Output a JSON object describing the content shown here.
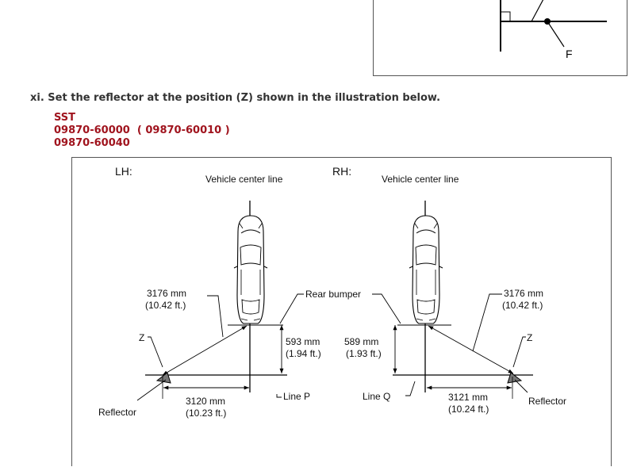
{
  "top_figure": {
    "label_f": "F"
  },
  "step": {
    "text": "xi. Set the reflector at the position (Z) shown in the illustration below."
  },
  "sst": {
    "title": "SST",
    "line1": "09870-60000  ( 09870-60010 )",
    "line2": "09870-60040"
  },
  "illustration": {
    "lh": {
      "title": "LH:",
      "center_line": "Vehicle center line",
      "diag_mm": "3176 mm",
      "diag_ft": "(10.42 ft.)",
      "z_label": "Z",
      "height_mm": "593 mm",
      "height_ft": "(1.94 ft.)",
      "width_mm": "3120 mm",
      "width_ft": "(10.23 ft.)",
      "line_label": "Line P",
      "reflector": "Reflector"
    },
    "rh": {
      "title": "RH:",
      "center_line": "Vehicle center line",
      "diag_mm": "3176 mm",
      "diag_ft": "(10.42 ft.)",
      "z_label": "Z",
      "height_mm": "589 mm",
      "height_ft": "(1.93 ft.)",
      "width_mm": "3121 mm",
      "width_ft": "(10.24 ft.)",
      "line_label": "Line Q",
      "reflector": "Reflector"
    },
    "rear_bumper": "Rear bumper"
  }
}
